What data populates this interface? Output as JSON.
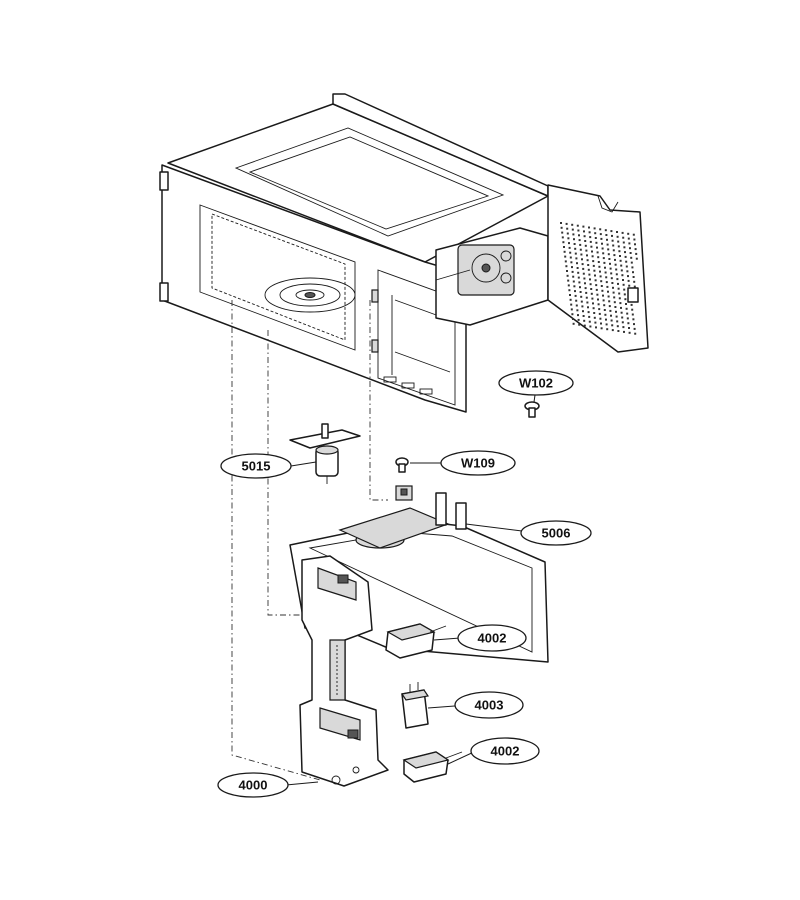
{
  "callouts": [
    {
      "id": "w102",
      "label": "W102"
    },
    {
      "id": "w109",
      "label": "W109"
    },
    {
      "id": "p5015",
      "label": "5015"
    },
    {
      "id": "p5006",
      "label": "5006"
    },
    {
      "id": "p4002a",
      "label": "4002"
    },
    {
      "id": "p4003",
      "label": "4003"
    },
    {
      "id": "p4002b",
      "label": "4002"
    },
    {
      "id": "p4000",
      "label": "4000"
    }
  ],
  "colors": {
    "line": "#1a1a1a",
    "fill": "#ffffff",
    "shade": "#d9d9d9"
  }
}
